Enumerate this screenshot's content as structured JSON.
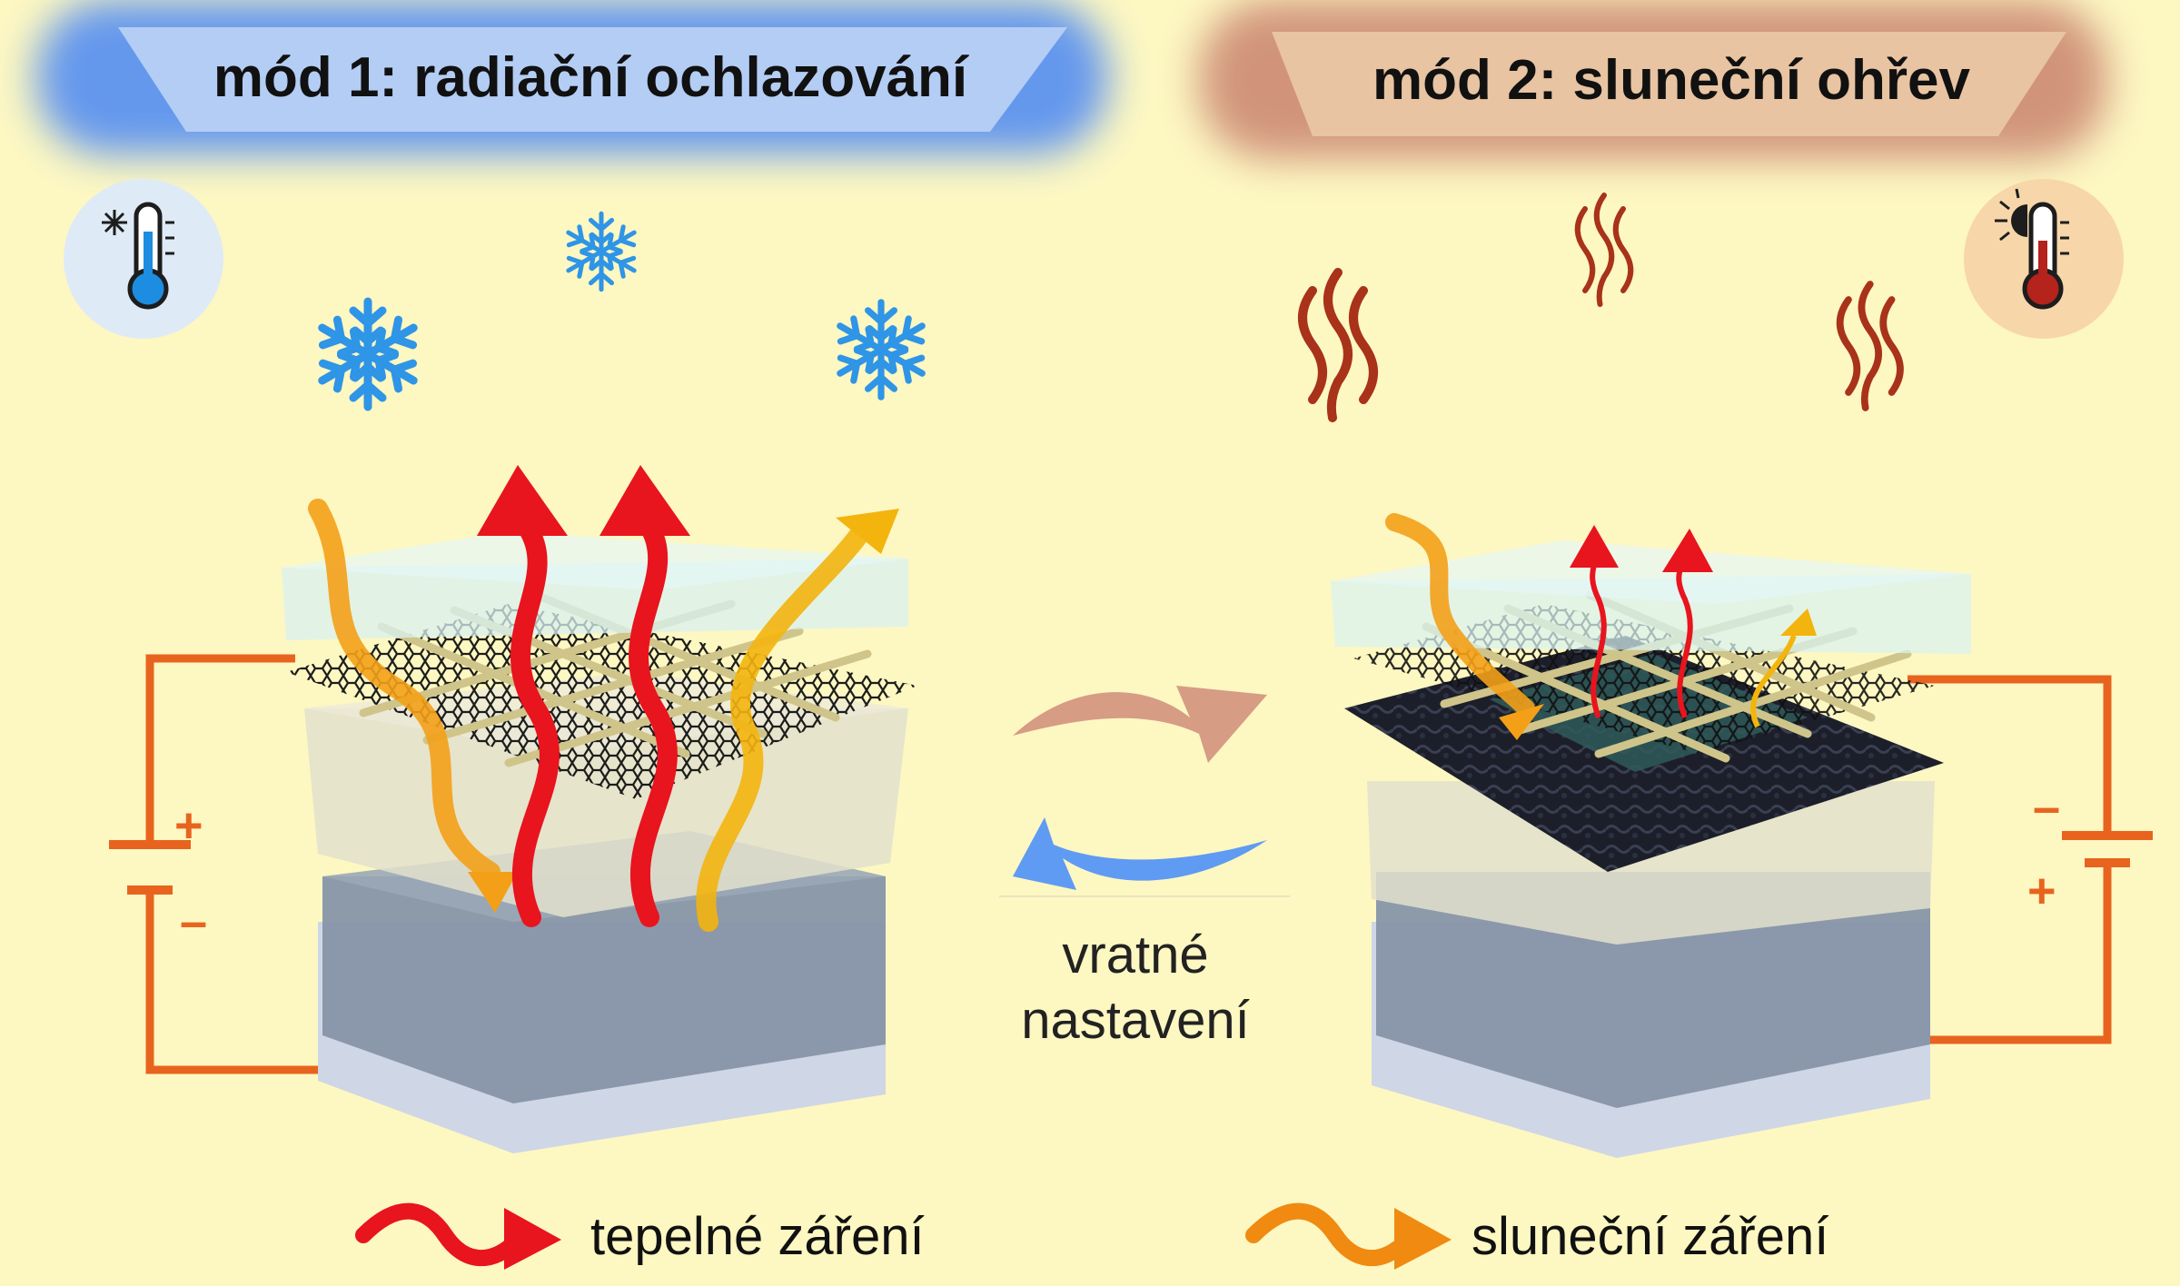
{
  "mode1": {
    "title": "mód 1: radiační ochlazování",
    "icon": "thermometer-snowflake-icon",
    "accent": "#6ea2f0",
    "battery": {
      "plus": "+",
      "minus": "–"
    }
  },
  "mode2": {
    "title": "mód 2: sluneční ohřev",
    "icon": "thermometer-sun-icon",
    "accent": "#d4977c",
    "battery": {
      "plus": "+",
      "minus": "–"
    }
  },
  "center": {
    "label_line1": "vratné",
    "label_line2": "nastavení"
  },
  "legend": {
    "thermal": {
      "label": "tepelné záření",
      "color": "#e8141e"
    },
    "solar": {
      "label": "sluneční záření",
      "color": "#f08a10"
    }
  },
  "colors": {
    "background": "#fdf7c2",
    "circuit": "#e8641e",
    "snowflake": "#2f95e6",
    "heat": "#a8321a"
  }
}
